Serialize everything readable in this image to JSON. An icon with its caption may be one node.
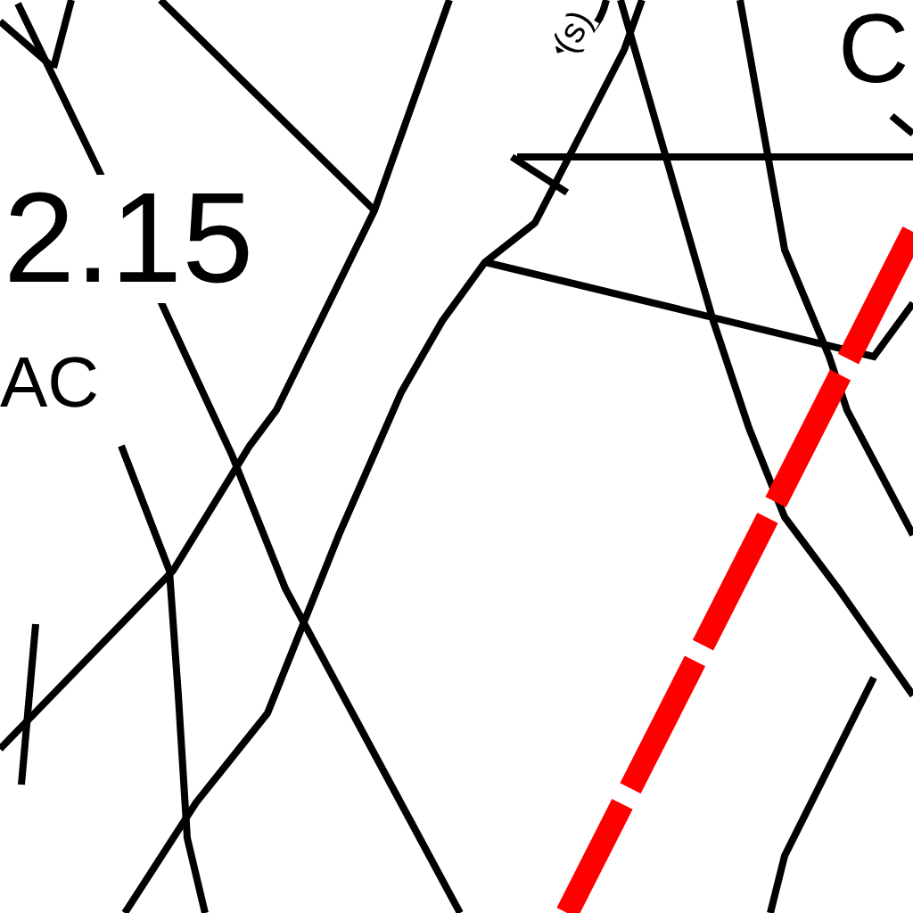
{
  "diagram": {
    "labels": [
      "2.15",
      "AC",
      "(s)",
      "C"
    ]
  }
}
